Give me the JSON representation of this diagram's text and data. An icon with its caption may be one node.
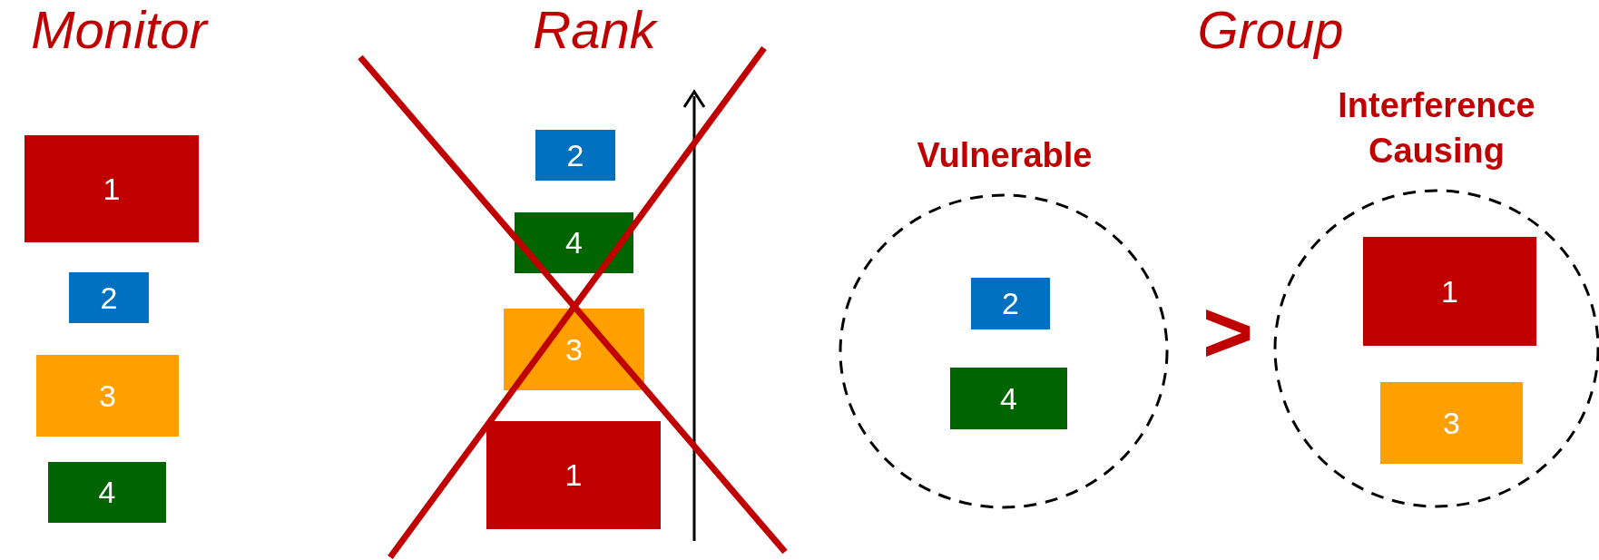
{
  "diagram": {
    "nodes": [
      {
        "text": [
          "1"
        ]
      },
      {
        "text": [
          "2"
        ]
      },
      {
        "text": [
          "3"
        ]
      },
      {
        "text": [
          "4"
        ]
      },
      {
        "text": [
          "2"
        ]
      },
      {
        "text": [
          "4"
        ]
      },
      {
        "text": [
          "3"
        ]
      },
      {
        "text": [
          "1"
        ]
      },
      {
        "text": [
          "Vulnerable"
        ]
      },
      {
        "text": [
          "2"
        ],
        "in": 8
      },
      {
        "text": [
          "4"
        ],
        "in": 8
      },
      {
        "text": [
          "Interference Causing"
        ]
      },
      {
        "text": [
          "1"
        ],
        "in": 11
      },
      {
        "text": [
          "3"
        ],
        "in": 11
      }
    ],
    "edges": [],
    "labels": [
      "Monitor",
      "Rank",
      "Group",
      ">"
    ]
  }
}
